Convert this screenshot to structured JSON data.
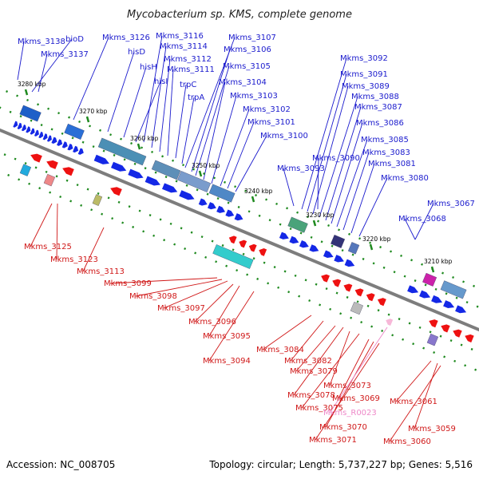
{
  "title": "Mycobacterium sp. KMS, complete genome",
  "footer": {
    "accession": "Accession: NC_008705",
    "summary": "Topology: circular; Length: 5,737,227 bp; Genes: 5,516"
  },
  "colors": {
    "forward_label": "#1a1acd",
    "reverse_label": "#d01818",
    "rna_label": "#ee88c8",
    "backbone": "#7d7d7d",
    "tick": "#1f8a1f",
    "forward_gene": "#1428e6",
    "reverse_gene": "#ee1111"
  },
  "scale_labels": [
    "3280 kbp",
    "3270 kbp",
    "3260 kbp",
    "3250 kbp",
    "3240 kbp",
    "3230 kbp",
    "3220 kbp",
    "3210 kbp"
  ],
  "forward_labels": [
    "Mkms_3138",
    "bioD",
    "Mkms_3137",
    "Mkms_3126",
    "hisD",
    "hisH",
    "hisI",
    "Mkms_3116",
    "Mkms_3114",
    "Mkms_3112",
    "Mkms_3111",
    "trpC",
    "trpA",
    "Mkms_3107",
    "Mkms_3106",
    "Mkms_3105",
    "Mkms_3104",
    "Mkms_3103",
    "Mkms_3102",
    "Mkms_3101",
    "Mkms_3100",
    "Mkms_3093",
    "Mkms_3092",
    "Mkms_3091",
    "Mkms_3089",
    "Mkms_3088",
    "Mkms_3087",
    "Mkms_3086",
    "Mkms_3085",
    "Mkms_3090",
    "Mkms_3083",
    "Mkms_3081",
    "Mkms_3080",
    "Mkms_3067",
    "Mkms_3068"
  ],
  "reverse_labels": [
    "Mkms_3125",
    "Mkms_3123",
    "Mkms_3113",
    "Mkms_3099",
    "Mkms_3098",
    "Mkms_3097",
    "Mkms_3096",
    "Mkms_3095",
    "Mkms_3094",
    "Mkms_3084",
    "Mkms_3082",
    "Mkms_3079",
    "Mkms_3073",
    "Mkms_3078",
    "Mkms_3069",
    "Mkms_3075",
    "Mkms_3070",
    "Mkms_3071",
    "Mkms_3061",
    "Mkms_3059",
    "Mkms_3060"
  ],
  "rna_labels": [
    "Mkms_R0023"
  ]
}
